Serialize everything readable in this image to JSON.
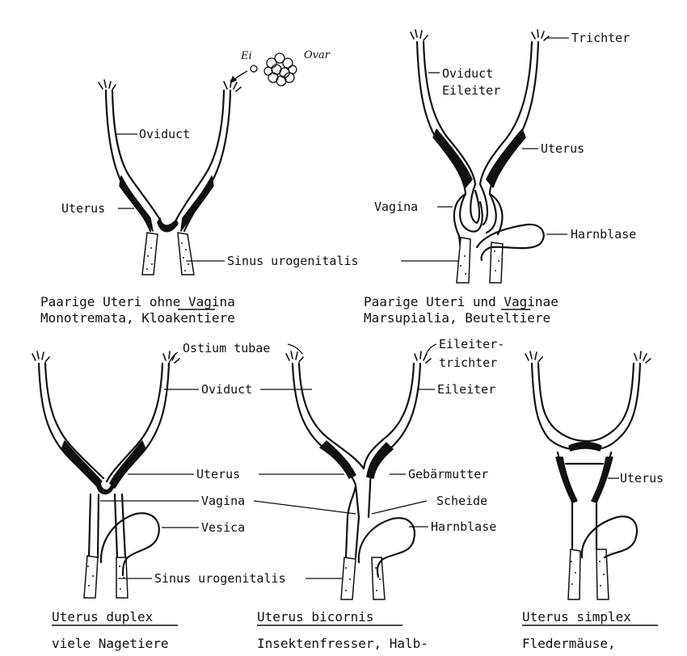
{
  "labels": {
    "ei": "Ei",
    "ovar": "Ovar",
    "oviduct_tl": "Oviduct",
    "uterus_tl": "Uterus",
    "sinus_top": "Sinus urogenitalis",
    "oviduct_tr": "Oviduct",
    "eileiter_tr": "Eileiter",
    "trichter": "Trichter",
    "uterus_tr": "Uterus",
    "vagina_tr": "Vagina",
    "harnblase_tr": "Harnblase",
    "ostium": "Ostium tubae",
    "eileiter_trichter_1": "Eileiter-",
    "eileiter_trichter_2": "trichter",
    "oviduct_bot": "Oviduct",
    "eileiter_bot": "Eileiter",
    "uterus_bot": "Uterus",
    "gebaermutter": "Gebärmutter",
    "vagina_bot": "Vagina",
    "scheide": "Scheide",
    "vesica": "Vesica",
    "harnblase_bot": "Harnblase",
    "sinus_bot": "Sinus urogenitalis",
    "uterus_simplex_lbl": "Uterus"
  },
  "captions": {
    "top_left_a": "Paarige Uteri ",
    "top_left_u": "ohne",
    "top_left_b": " Vagina",
    "top_left_2": "Monotremata, Kloakentiere",
    "top_right_a": "Paarige Uteri ",
    "top_right_u": "und",
    "top_right_b": " Vaginae",
    "top_right_2": "Marsupialia, Beuteltiere",
    "duplex_title": "Uterus duplex",
    "duplex_sub": "viele Nagetiere",
    "bicornis_title": "Uterus bicornis",
    "bicornis_sub": "Insektenfresser, Halb-",
    "simplex_title": "Uterus simplex",
    "simplex_sub": "Fledermäuse,"
  }
}
